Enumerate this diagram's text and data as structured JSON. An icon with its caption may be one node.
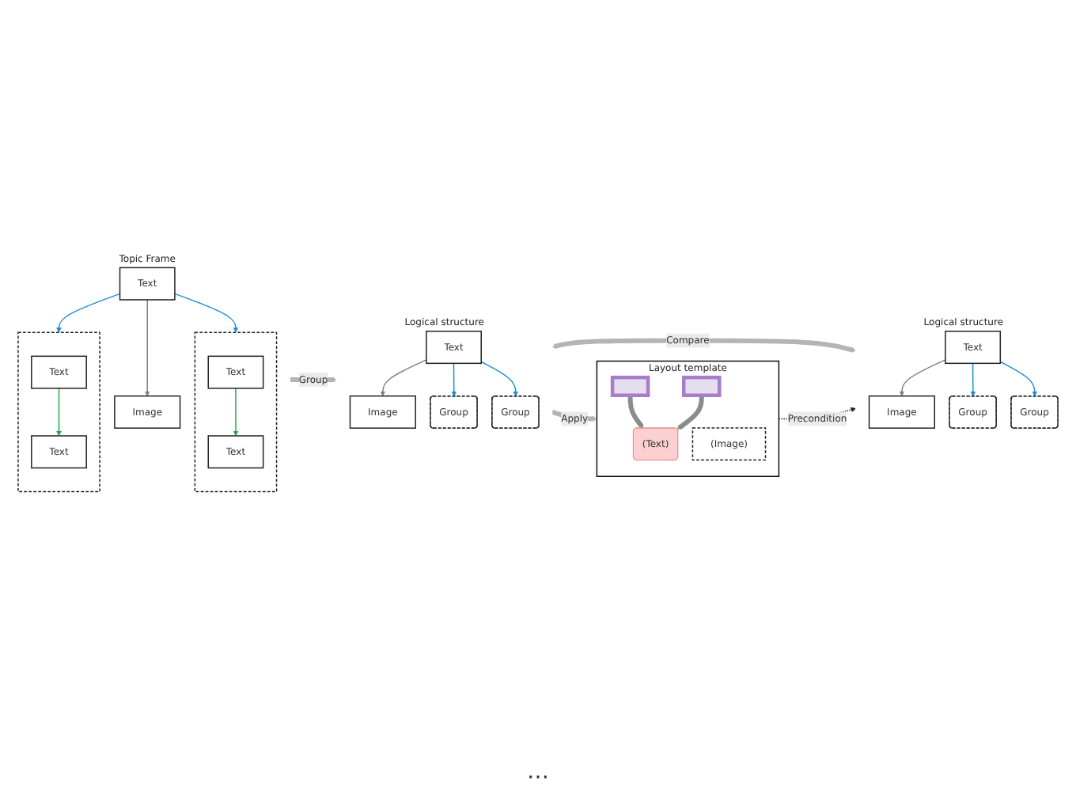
{
  "diagram": {
    "nodes": [
      {
        "text": [
          "Logical structure"
        ]
      },
      {
        "text": [
          "Text"
        ],
        "in": 0
      },
      {
        "text": [
          "Image"
        ],
        "in": 0
      },
      {
        "text": [
          "Group"
        ],
        "in": 0
      },
      {
        "text": [
          "Group"
        ],
        "in": 0
      },
      {
        "text": [
          "Logical structure"
        ]
      },
      {
        "text": [
          "Text"
        ],
        "in": 5
      },
      {
        "text": [
          "Image"
        ],
        "in": 5
      },
      {
        "text": [
          "Group"
        ],
        "in": 5
      },
      {
        "text": [
          "Group"
        ],
        "in": 5
      },
      {
        "text": [
          "Topic Frame"
        ]
      },
      {
        "text": [
          "Text"
        ],
        "in": 10
      },
      {
        "text": [
          "Image"
        ],
        "in": 10
      },
      {
        "text": [],
        "shape": "box",
        "in": 10
      },
      {
        "text": [
          "Text"
        ],
        "in": 13
      },
      {
        "text": [
          "Text"
        ],
        "in": 13
      },
      {
        "text": [],
        "shape": "box",
        "in": 10
      },
      {
        "text": [
          "Text"
        ],
        "in": 16
      },
      {
        "text": [
          "Text"
        ],
        "in": 16
      },
      {
        "text": [
          "Layout template"
        ]
      },
      {
        "text": [],
        "shape": "box",
        "in": 19
      },
      {
        "text": [],
        "shape": "box",
        "in": 19
      },
      {
        "text": [
          "(Text)"
        ],
        "in": 19
      },
      {
        "text": [
          "(Image)"
        ],
        "in": 19
      }
    ],
    "edges": [
      {
        "from": 1,
        "to": 2,
        "arrow": "to",
        "color": "#808080"
      },
      {
        "from": 1,
        "to": 3,
        "arrow": "to",
        "color": "#1e8fd0"
      },
      {
        "from": 1,
        "to": 4,
        "arrow": "to",
        "color": "#1e8fd0"
      },
      {
        "from": 6,
        "to": 7,
        "arrow": "to",
        "color": "#808080"
      },
      {
        "from": 6,
        "to": 8,
        "arrow": "to",
        "color": "#1e8fd0"
      },
      {
        "from": 6,
        "to": 9,
        "arrow": "to",
        "color": "#1e8fd0"
      },
      {
        "from": 11,
        "to": 12,
        "arrow": "to",
        "color": "#808080"
      },
      {
        "from": 11,
        "to": 13,
        "arrow": "to",
        "color": "#1e8fd0"
      },
      {
        "from": 11,
        "to": 16,
        "arrow": "to",
        "color": "#1e8fd0"
      },
      {
        "from": 14,
        "to": 15,
        "arrow": "to",
        "color": "#22a845"
      },
      {
        "from": 17,
        "to": 18,
        "arrow": "to",
        "color": "#22a845"
      },
      {
        "from": 0,
        "to": 5,
        "arrow": "both",
        "label": "Compare",
        "style": "thick",
        "color": "#b4b4b4"
      },
      {
        "from": 0,
        "to": 19,
        "arrow": "to",
        "label": "Apply",
        "style": "thick",
        "color": "#b4b4b4"
      },
      {
        "from": 10,
        "to": 0,
        "arrow": "to",
        "label": "Group",
        "style": "thick",
        "color": "#b4b4b4"
      },
      {
        "from": 19,
        "to": 5,
        "arrow": "to",
        "label": "Precondition",
        "style": "dashed",
        "color": "#222222"
      },
      {
        "from": 20,
        "to": 22,
        "arrow": "to",
        "style": "thick",
        "color": "#8c8c8c"
      },
      {
        "from": 21,
        "to": 22,
        "arrow": "to",
        "style": "thick",
        "color": "#8c8c8c"
      }
    ],
    "labels": [
      "…"
    ]
  }
}
